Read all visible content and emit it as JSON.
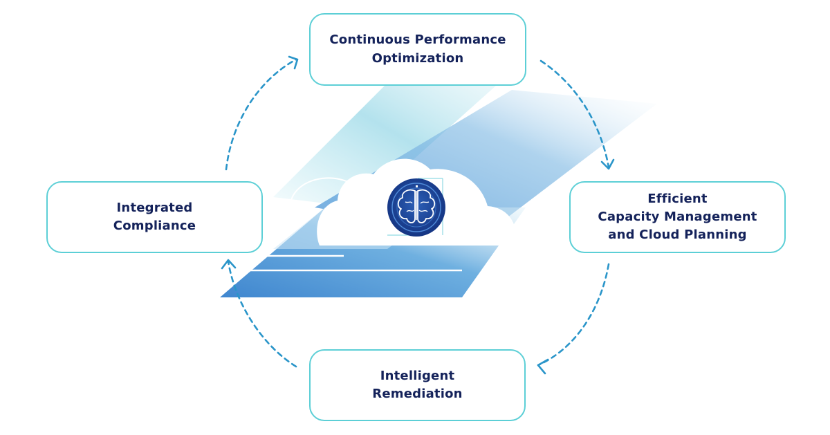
{
  "diagram": {
    "type": "cycle",
    "nodes": [
      {
        "id": "top",
        "lines": [
          "Continuous Performance",
          "Optimization"
        ]
      },
      {
        "id": "right",
        "lines": [
          "Efficient",
          "Capacity Management",
          "and Cloud Planning"
        ]
      },
      {
        "id": "bottom",
        "lines": [
          "Intelligent",
          "Remediation"
        ]
      },
      {
        "id": "left",
        "lines": [
          "Integrated",
          "Compliance"
        ]
      }
    ],
    "edges": [
      {
        "from": "top",
        "to": "right",
        "style": "dashed-arrow"
      },
      {
        "from": "right",
        "to": "bottom",
        "style": "dashed-arrow"
      },
      {
        "from": "bottom",
        "to": "left",
        "style": "dashed-arrow"
      },
      {
        "from": "left",
        "to": "top",
        "style": "dashed-arrow"
      }
    ],
    "center_icon": "brain-icon"
  },
  "colors": {
    "node_border": "#5ccfd6",
    "node_text": "#14225a",
    "arrow": "#2a95c9",
    "panel_dark": "#4a90d4",
    "panel_light": "#b7e4f2",
    "brain_circle": "#1a3f94",
    "brain_lines": "#ffffff"
  }
}
